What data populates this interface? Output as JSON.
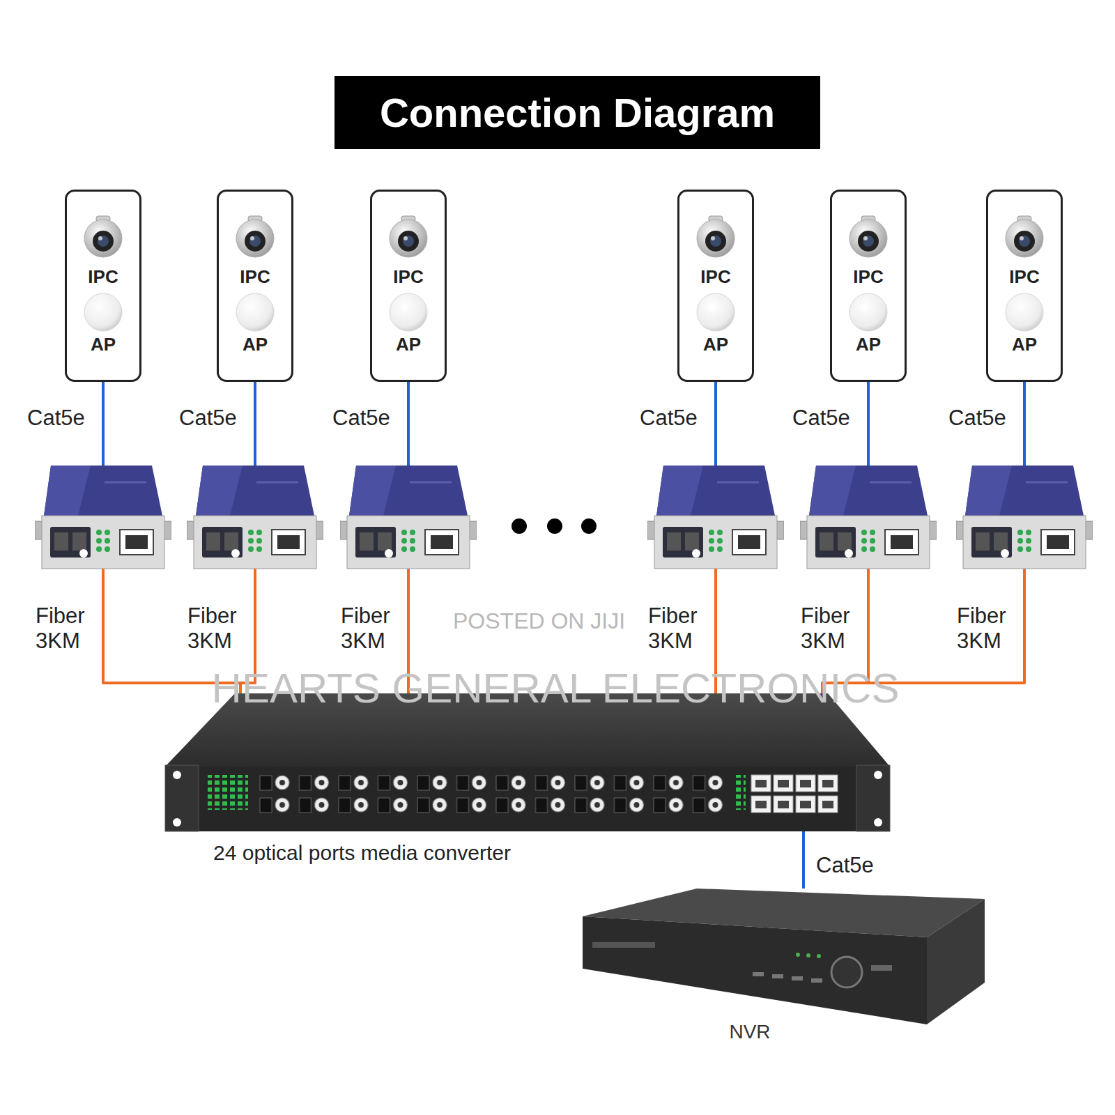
{
  "diagram": {
    "title": "Connection Diagram",
    "nodes": [
      {
        "text": [
          "IPC",
          "AP"
        ]
      },
      {
        "text": [
          "IPC",
          "AP"
        ]
      },
      {
        "text": [
          "IPC",
          "AP"
        ]
      },
      {
        "text": [
          "IPC",
          "AP"
        ]
      },
      {
        "text": [
          "IPC",
          "AP"
        ]
      },
      {
        "text": [
          "IPC",
          "AP"
        ]
      },
      {
        "text": [
          "24 optical ports media converter"
        ]
      },
      {
        "text": [
          "NVR"
        ]
      }
    ],
    "edges": [
      {
        "from": 0,
        "to": 6,
        "arrow": "none"
      },
      {
        "from": 1,
        "to": 6,
        "arrow": "none"
      },
      {
        "from": 2,
        "to": 6,
        "arrow": "none"
      },
      {
        "from": 3,
        "to": 6,
        "arrow": "none"
      },
      {
        "from": 4,
        "to": 6,
        "arrow": "none"
      },
      {
        "from": 5,
        "to": 6,
        "arrow": "none"
      },
      {
        "from": 6,
        "to": 7,
        "label": "Cat5e",
        "arrow": "none"
      }
    ],
    "labels": [
      "Cat5e",
      "Cat5e",
      "Cat5e",
      "Cat5e",
      "Cat5e",
      "Cat5e",
      "Fiber 3KM",
      "Fiber 3KM",
      "Fiber 3KM",
      "Fiber 3KM",
      "Fiber 3KM",
      "Fiber 3KM",
      "POSTED ON JIJI",
      "HEARTS GENERAL ELECTRONICS"
    ]
  }
}
